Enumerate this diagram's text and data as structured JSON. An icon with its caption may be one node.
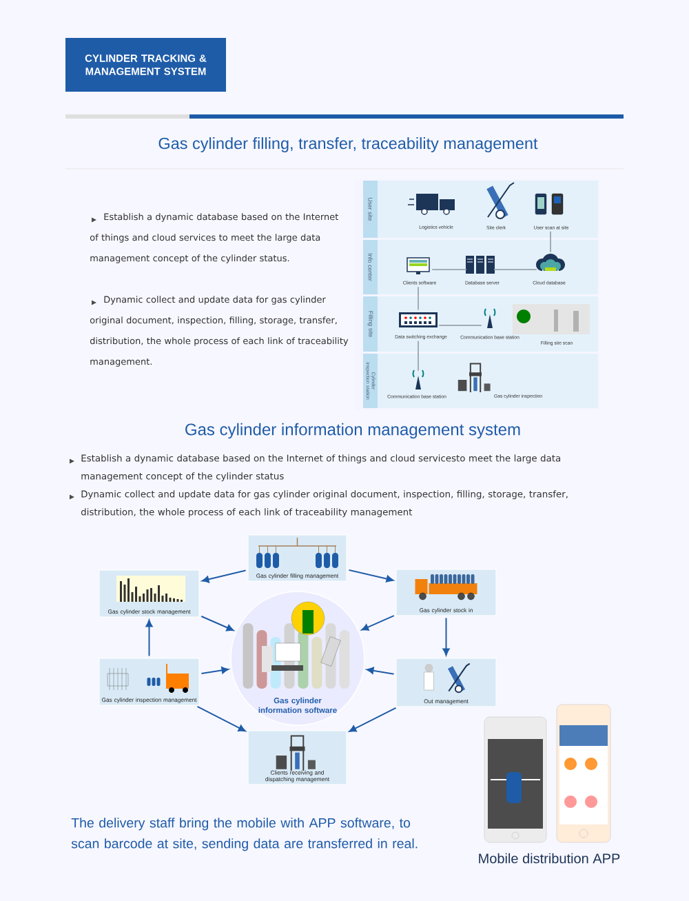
{
  "diagram": {
    "title": "Gas cylinder filling, transfer, traceability management",
    "nodes": [
      {
        "text": [
          "CYLINDER TRACKING & MANAGEMENT SYSTEM"
        ]
      },
      {
        "text": [
          "User site"
        ]
      },
      {
        "text": [
          "Logistics vehicle"
        ],
        "in": 1
      },
      {
        "text": [
          "Site clerk"
        ],
        "in": 1
      },
      {
        "text": [
          "User scan at site"
        ],
        "in": 1
      },
      {
        "text": [
          "Info center"
        ]
      },
      {
        "text": [
          "Clients software"
        ],
        "in": 5
      },
      {
        "text": [
          "Database server"
        ],
        "in": 5
      },
      {
        "text": [
          "Cloud database"
        ],
        "in": 5
      },
      {
        "text": [
          "Filling site"
        ]
      },
      {
        "text": [
          "Data switching exchange"
        ],
        "in": 9
      },
      {
        "text": [
          "Communication base station"
        ],
        "in": 9
      },
      {
        "text": [
          "Filling site scan"
        ],
        "in": 9
      },
      {
        "text": [
          "Cylinder inspection station"
        ]
      },
      {
        "text": [
          "Communication base station"
        ],
        "in": 13
      },
      {
        "text": [
          "Gas cylinder inspection"
        ],
        "in": 13
      },
      {
        "text": [
          "Gas cylinder filling management"
        ]
      },
      {
        "text": [
          "Gas cylinder stock management"
        ]
      },
      {
        "text": [
          "Gas cylinder stock in"
        ]
      },
      {
        "text": [
          "Gas cylinder information software"
        ]
      },
      {
        "text": [
          "Gas cylinder inspection management"
        ]
      },
      {
        "text": [
          "Out management"
        ]
      },
      {
        "text": [
          "Clients receiving and dispatching management"
        ]
      }
    ],
    "edges": [
      {
        "from": 4,
        "to": 8,
        "arrow": "none",
        "color": "#a3acb5"
      },
      {
        "from": 6,
        "to": 7,
        "arrow": "none",
        "color": "#a3acb5"
      },
      {
        "from": 7,
        "to": 8,
        "arrow": "none",
        "color": "#a3acb5"
      },
      {
        "from": 6,
        "to": 10,
        "arrow": "none",
        "color": "#a3acb5"
      },
      {
        "from": 10,
        "to": 11,
        "arrow": "none",
        "color": "#a3acb5"
      },
      {
        "from": 10,
        "to": 14,
        "arrow": "none",
        "color": "#a3acb5"
      },
      {
        "from": 16,
        "to": 17,
        "arrow": "to"
      },
      {
        "from": 16,
        "to": 18,
        "arrow": "to"
      },
      {
        "from": 17,
        "to": 19,
        "arrow": "to"
      },
      {
        "from": 18,
        "to": 19,
        "arrow": "to"
      },
      {
        "from": 18,
        "to": 21,
        "arrow": "to"
      },
      {
        "from": 20,
        "to": 17,
        "arrow": "to"
      },
      {
        "from": 20,
        "to": 19,
        "arrow": "to"
      },
      {
        "from": 21,
        "to": 19,
        "arrow": "to"
      },
      {
        "from": 20,
        "to": 22,
        "arrow": "to"
      },
      {
        "from": 21,
        "to": 22,
        "arrow": "to"
      }
    ],
    "labels": [
      "Establish a dynamic database based on the Internet of things and cloud services to meet the large data management concept of the cylinder status.",
      "Dynamic collect and update data for gas cylinder original document, inspection, filling, storage, transfer, distribution, the whole process of each link of traceability management.",
      "Gas cylinder information management system",
      "Establish a dynamic database based on the Internet of things and cloud servicesto meet the large data management concept of the cylinder status",
      "Dynamic collect and update data for gas cylinder original document, inspection, filling, storage, transfer, distribution, the whole process of each link of traceability management",
      "The delivery staff bring the mobile with APP software, to scan barcode at site, sending data are transferred in real.",
      "Mobile distribution APP"
    ]
  }
}
